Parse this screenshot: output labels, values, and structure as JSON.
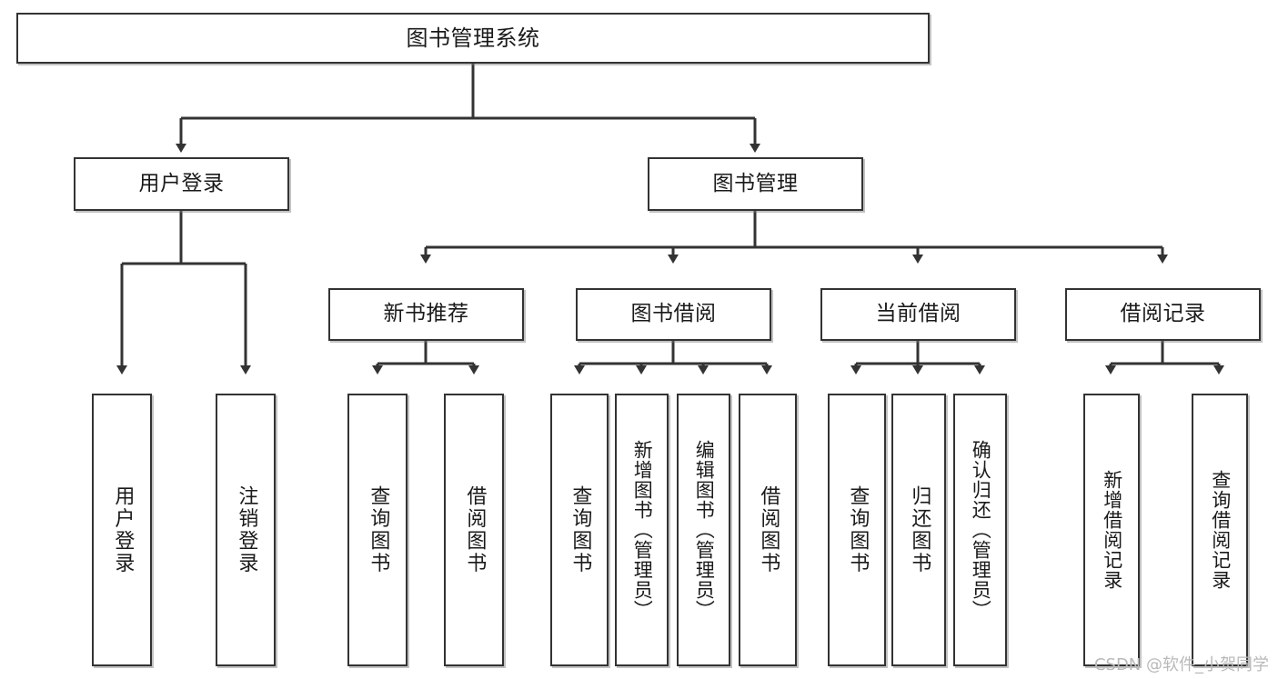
{
  "diagram": {
    "title": "图书管理系统",
    "type": "tree",
    "background_color": "#ffffff",
    "node_border_color": "#333333",
    "node_fill_color": "#ffffff",
    "text_color": "#1a1a1a",
    "edge_color": "#333333"
  },
  "watermark": {
    "text": "CSDN @软件_小贺同学",
    "color": "#b9b9b9"
  },
  "nodes": {
    "root": {
      "label": "图书管理系统"
    },
    "level1": [
      {
        "label": "用户登录"
      },
      {
        "label": "图书管理"
      }
    ],
    "level2": [
      {
        "label": "新书推荐"
      },
      {
        "label": "图书借阅"
      },
      {
        "label": "当前借阅"
      },
      {
        "label": "借阅记录"
      }
    ],
    "leaves": {
      "user_login": [
        {
          "label": "用户登录"
        },
        {
          "label": "注销登录"
        }
      ],
      "new_book_recommend": [
        {
          "label": "查询图书"
        },
        {
          "label": "借阅图书"
        }
      ],
      "book_borrow": [
        {
          "label": "查询图书"
        },
        {
          "label": "新增图书（管理员）"
        },
        {
          "label": "编辑图书（管理员）"
        },
        {
          "label": "借阅图书"
        }
      ],
      "current_borrow": [
        {
          "label": "查询图书"
        },
        {
          "label": "归还图书"
        },
        {
          "label": "确认归还（管理员）"
        }
      ],
      "borrow_record": [
        {
          "label": "新增借阅记录"
        },
        {
          "label": "查询借阅记录"
        }
      ]
    }
  }
}
